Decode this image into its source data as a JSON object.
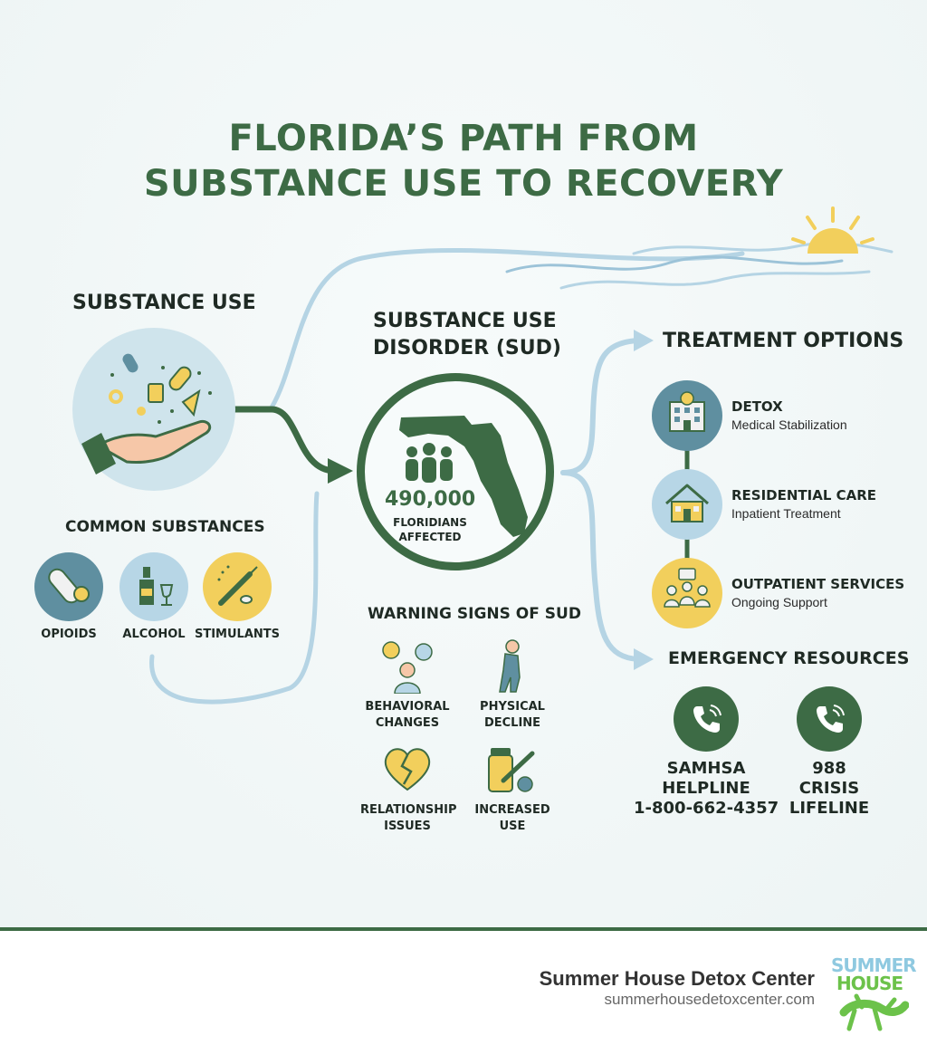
{
  "title": {
    "line1": "FLORIDA’S PATH FROM",
    "line2": "SUBSTANCE USE TO RECOVERY"
  },
  "substance_use": {
    "heading": "SUBSTANCE USE",
    "common_heading": "COMMON SUBSTANCES",
    "items": [
      {
        "label": "OPIOIDS",
        "icon": "pills-icon",
        "color": "#5f8fa0"
      },
      {
        "label": "ALCOHOL",
        "icon": "alcohol-bottle-icon",
        "color": "#b7d6e6"
      },
      {
        "label": "STIMULANTS",
        "icon": "syringe-icon",
        "color": "#f2cf5c"
      }
    ]
  },
  "sud": {
    "heading_line1": "SUBSTANCE USE",
    "heading_line2": "DISORDER (SUD)",
    "stat_value": "490,000",
    "stat_line1": "FLORIDIANS",
    "stat_line2": "AFFECTED"
  },
  "warning_signs": {
    "heading": "WARNING SIGNS OF SUD",
    "items": [
      {
        "line1": "BEHAVIORAL",
        "line2": "CHANGES",
        "icon": "mood-faces-icon"
      },
      {
        "line1": "PHYSICAL",
        "line2": "DECLINE",
        "icon": "hunched-person-icon"
      },
      {
        "line1": "RELATIONSHIP",
        "line2": "ISSUES",
        "icon": "broken-heart-icon"
      },
      {
        "line1": "INCREASED",
        "line2": "USE",
        "icon": "pill-bottle-syringe-icon"
      }
    ]
  },
  "treatment": {
    "heading": "TREATMENT OPTIONS",
    "options": [
      {
        "title": "DETOX",
        "subtitle": "Medical Stabilization",
        "icon": "hospital-icon",
        "color": "#5f8fa0"
      },
      {
        "title": "RESIDENTIAL CARE",
        "subtitle": "Inpatient Treatment",
        "icon": "house-icon",
        "color": "#b7d6e6"
      },
      {
        "title": "OUTPATIENT SERVICES",
        "subtitle": "Ongoing Support",
        "icon": "group-support-icon",
        "color": "#f2cf5c"
      }
    ]
  },
  "emergency": {
    "heading": "EMERGENCY RESOURCES",
    "items": [
      {
        "line1": "SAMHSA",
        "line2": "HELPLINE",
        "line3": "1-800-662-4357",
        "icon": "phone-icon"
      },
      {
        "line1": "988",
        "line2": "CRISIS",
        "line3": "LIFELINE",
        "icon": "phone-icon"
      }
    ]
  },
  "footer": {
    "brand_name": "Summer House Detox Center",
    "brand_url": "summerhousedetoxcenter.com",
    "logo_line1": "SUMMER",
    "logo_line2": "HOUSE"
  },
  "colors": {
    "green": "#3d6b45",
    "light_blue": "#b7d6e6",
    "teal": "#5f8fa0",
    "yellow": "#f2cf5c"
  }
}
